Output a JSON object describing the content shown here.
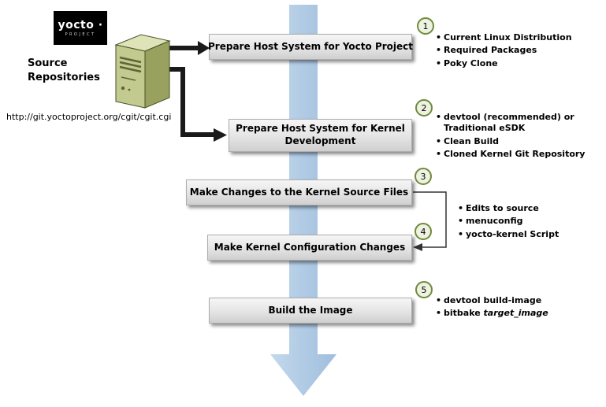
{
  "logo": {
    "brand": "yocto ·",
    "subtitle": "PROJECT"
  },
  "source": {
    "label_line1": "Source",
    "label_line2": "Repositories",
    "url": "http://git.yoctoproject.org/cgit/cgit.cgi"
  },
  "steps": [
    {
      "number": "1",
      "title": "Prepare Host System for Yocto Project",
      "bullets": [
        "Current Linux Distribution",
        "Required Packages",
        "Poky Clone"
      ]
    },
    {
      "number": "2",
      "title": "Prepare Host System for Kernel Development",
      "bullets": [
        "devtool (recommended) or Traditional eSDK",
        "Clean Build",
        "Cloned Kernel Git Repository"
      ]
    },
    {
      "number": "3",
      "title": "Make Changes to the Kernel Source Files",
      "bullets": []
    },
    {
      "number": "4",
      "title": "Make Kernel Configuration Changes",
      "bullets": []
    },
    {
      "number": "5",
      "title": "Build the Image",
      "bullets": [
        "devtool build-image"
      ],
      "italic_bullet": {
        "prefix": "bitbake ",
        "italic": "target_image"
      }
    }
  ],
  "shared34_bullets": [
    "Edits to source",
    "menuconfig",
    "yocto-kernel Script"
  ],
  "colors": {
    "flow_arrow_light": "#c3d8ec",
    "flow_arrow_dark": "#9fbedd",
    "circle_border": "#6f8a3d",
    "server_top": "#dfe4b8",
    "server_front": "#c3ca90",
    "server_side": "#98a25e",
    "connector_black": "#1a1a1a",
    "box_fill": "#e4e4e4"
  }
}
